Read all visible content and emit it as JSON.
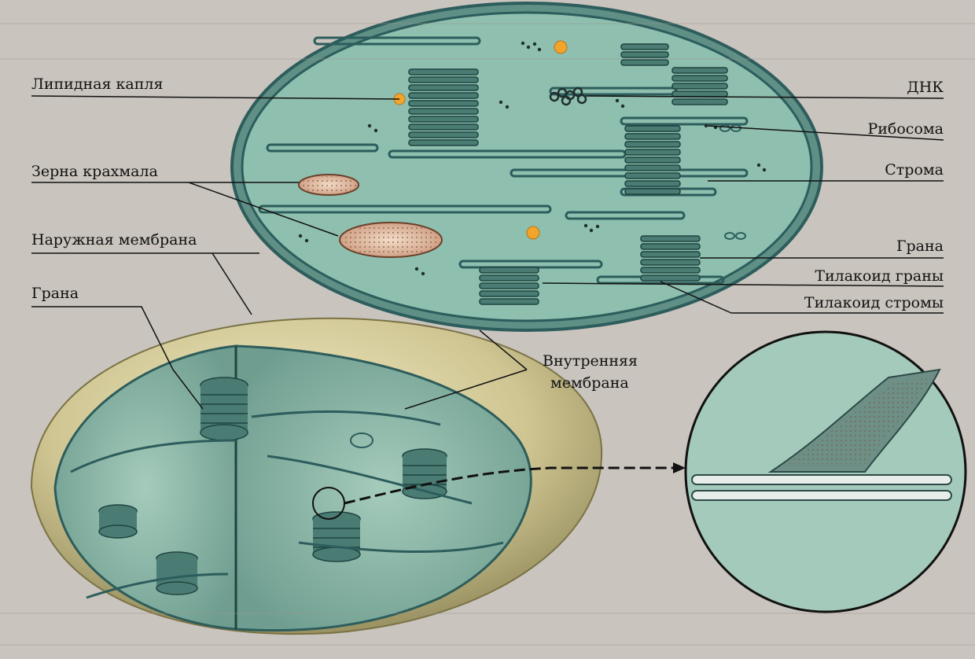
{
  "labels": {
    "lipid_drop": "Липидная капля",
    "starch": "Зерна крахмала",
    "outer_membrane": "Наружная мембрана",
    "grana_left": "Грана",
    "dna": "ДНК",
    "ribosome": "Рибосома",
    "stroma": "Строма",
    "grana_right": "Грана",
    "thylakoid_grana": "Тилакоид граны",
    "thylakoid_stroma": "Тилакоид стромы",
    "inner_membrane_1": "Внутренняя",
    "inner_membrane_2": "мембрана"
  },
  "colors": {
    "stroma": "#8fbfae",
    "membrane": "#2d5d5c",
    "thylakoid": "#4a7c74",
    "outer_shell": "#d9d2a2",
    "lipid": "#f2a52a",
    "starch": "#e8c9b0",
    "paper": "#c9c4bd"
  }
}
